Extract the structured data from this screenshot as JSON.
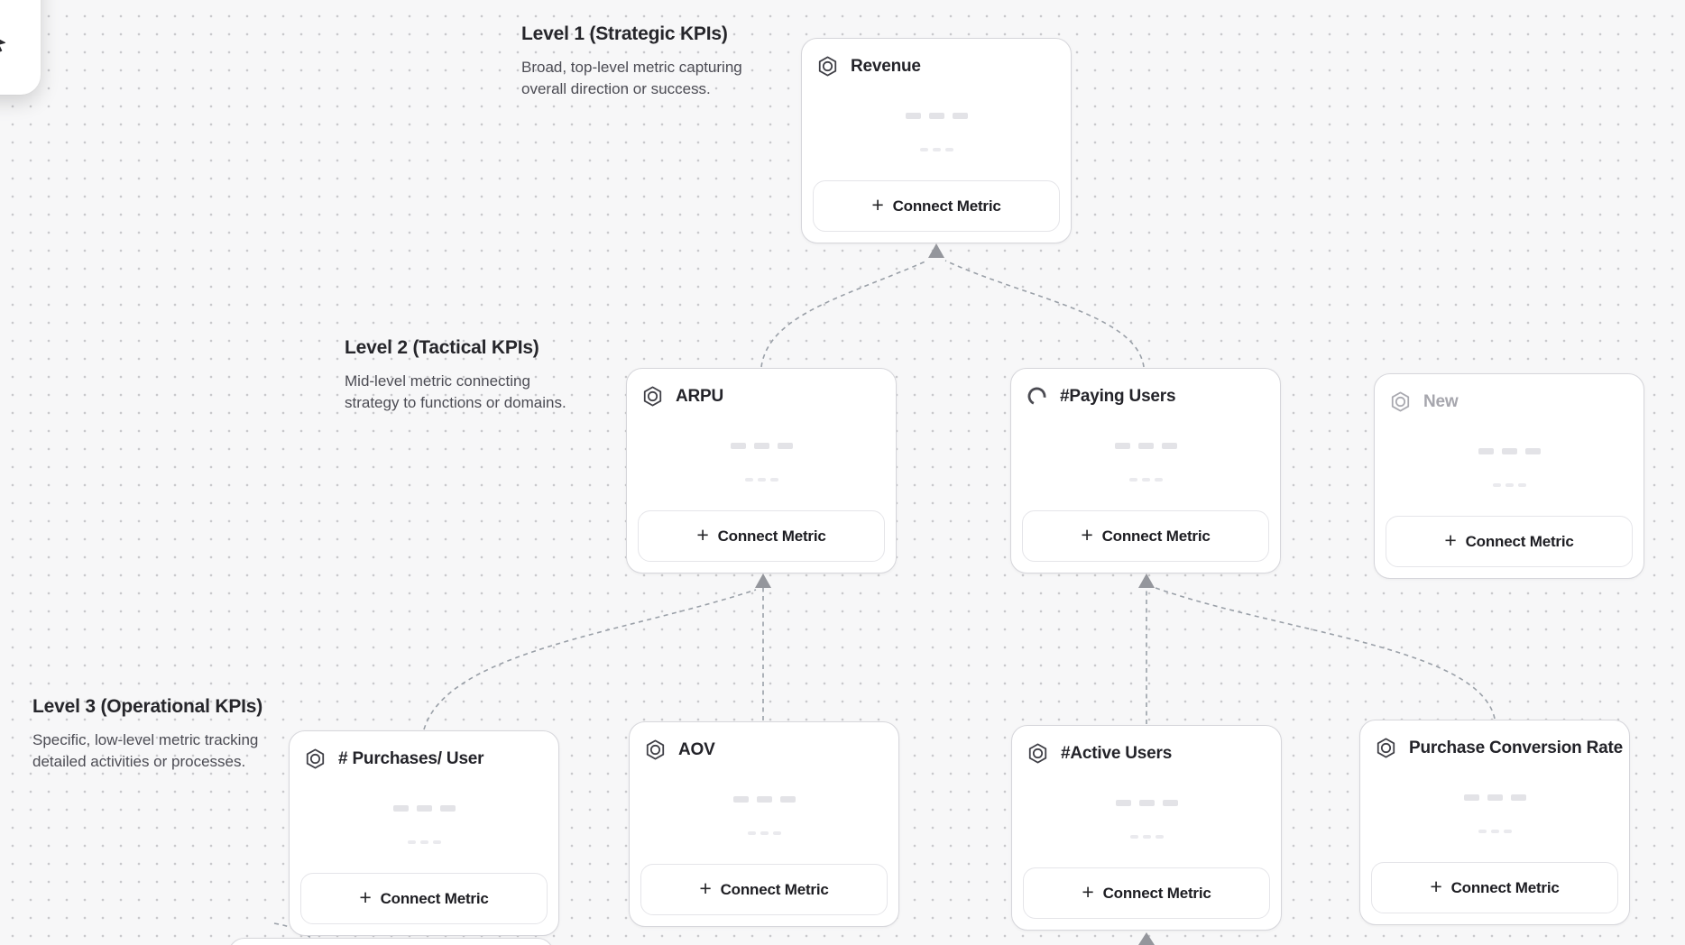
{
  "toolbar_corner": {
    "icon": "cursor-icon"
  },
  "levels": [
    {
      "title": "Level 1 (Strategic KPIs)",
      "lines": [
        "Broad, top-level metric capturing",
        "overall direction or success."
      ]
    },
    {
      "title": "Level 2 (Tactical KPIs)",
      "lines": [
        "Mid-level metric connecting",
        "strategy to functions or domains."
      ]
    },
    {
      "title": "Level 3 (Operational KPIs)",
      "lines": [
        "Specific, low-level metric tracking",
        "detailed activities or processes."
      ]
    }
  ],
  "connect_metric_label": "Connect Metric",
  "plus_glyph": "+",
  "nodes": [
    {
      "title": "Revenue",
      "icon": "metric-hexagon-icon",
      "level": 1
    },
    {
      "title": "ARPU",
      "icon": "metric-hexagon-icon",
      "level": 2
    },
    {
      "title": "#Paying Users",
      "icon": "loading-spinner-icon",
      "level": 2
    },
    {
      "title": "New",
      "icon": "metric-hexagon-icon",
      "level": 2,
      "state": "placeholder"
    },
    {
      "title": "# Purchases/ User",
      "icon": "metric-hexagon-icon",
      "level": 3
    },
    {
      "title": "AOV",
      "icon": "metric-hexagon-icon",
      "level": 3
    },
    {
      "title": "#Active Users",
      "icon": "metric-hexagon-icon",
      "level": 3
    },
    {
      "title": "Purchase Conversion Rate",
      "icon": "metric-hexagon-icon",
      "level": 3
    }
  ],
  "edges": [
    {
      "from": "ARPU",
      "to": "Revenue"
    },
    {
      "from": "#Paying Users",
      "to": "Revenue"
    },
    {
      "from": "# Purchases/ User",
      "to": "ARPU"
    },
    {
      "from": "AOV",
      "to": "ARPU"
    },
    {
      "from": "#Active Users",
      "to": "#Paying Users"
    },
    {
      "from": "Purchase Conversion Rate",
      "to": "#Paying Users"
    }
  ],
  "colors": {
    "canvas_bg": "#f7f7f8",
    "grid_dot": "#c9c9cc",
    "card_border": "#d6d6db",
    "title_text": "#232329",
    "muted_text": "#4c4c54",
    "placeholder_text": "#a6a6ad",
    "connector": "#9aa0a8",
    "skeleton": "#e3e3e7"
  }
}
